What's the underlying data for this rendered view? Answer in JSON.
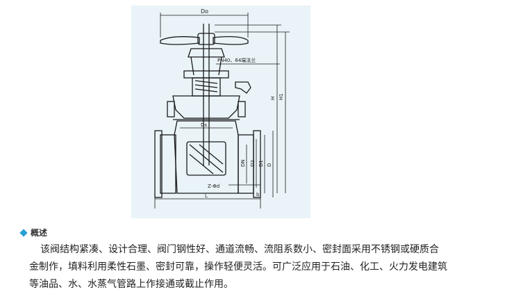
{
  "drawing": {
    "labels": {
      "do": "Do",
      "pn_note": "PN40、64端法兰",
      "h": "H",
      "h1": "H1",
      "ds": "Ds",
      "dn": "DN",
      "d2": "D2",
      "d1": "D1",
      "d": "D",
      "bolt": "Z-Φd",
      "b": "b",
      "l": "L"
    }
  },
  "overview": {
    "title": "概述",
    "lines": [
      "该阀结构紧凑、设计合理、阀门钢性好、通道流畅、流阻系数小、密封面采用不锈钢或硬质合",
      "金制作，填料利用柔性石墨、密封可靠，操作轻便灵活。可广泛应用于石油、化工、火力发电建筑",
      "等油品、水、水蒸气管路上作接通或截止作用。"
    ]
  },
  "colors": {
    "panel_bg": "#e9f3f8",
    "accent": "#2a9fd6",
    "line": "#1a1a1a"
  }
}
